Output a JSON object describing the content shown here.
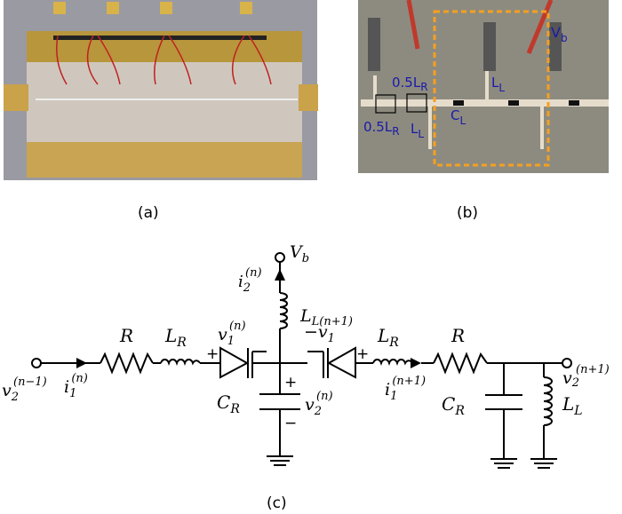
{
  "captions": {
    "a": "(a)",
    "b": "(b)",
    "c": "(c)"
  },
  "photo_b_labels": {
    "half_lr_top": {
      "main": "0.5L",
      "sub": "R"
    },
    "half_lr_bottom": {
      "main": "0.5L",
      "sub": "R"
    },
    "ll_left": {
      "main": "L",
      "sub": "L"
    },
    "ll_right": {
      "main": "L",
      "sub": "L"
    },
    "cl": {
      "main": "C",
      "sub": "L"
    },
    "vb": {
      "main": "V",
      "sub": "b"
    }
  },
  "colors": {
    "label_blue": "#1a1aa8",
    "dashed_box": "#f5a020",
    "brass": "#b8963c",
    "substrate": "#cfc7bd"
  },
  "circuit_labels": {
    "vb": {
      "main": "V",
      "sub": "b"
    },
    "i2n": {
      "main": "i",
      "sub": "2",
      "sup": "(n)"
    },
    "r_left": "R",
    "lr_left": {
      "main": "L",
      "sub": "R"
    },
    "v1n": {
      "main": "v",
      "sub": "1",
      "sup": "(n)"
    },
    "ll_mid": {
      "main": "L",
      "sub": "L(n+1)"
    },
    "v1n1": {
      "main": "−v",
      "sub": "1"
    },
    "lr_right": {
      "main": "L",
      "sub": "R"
    },
    "r_right": "R",
    "v2nm1": {
      "main": "v",
      "sub": "2",
      "sup": "(n−1)"
    },
    "i1n": {
      "main": "i",
      "sub": "1",
      "sup": "(n)"
    },
    "cr_mid": {
      "main": "C",
      "sub": "R"
    },
    "v2n": {
      "main": "v",
      "sub": "2",
      "sup": "(n)"
    },
    "i1n1": {
      "main": "i",
      "sub": "1",
      "sup": "(n+1)"
    },
    "cr_right": {
      "main": "C",
      "sub": "R"
    },
    "v2n1": {
      "main": "v",
      "sub": "2",
      "sup": "(n+1)"
    },
    "ll_right": {
      "main": "L",
      "sub": "L"
    },
    "plus": "+",
    "minus": "−"
  }
}
